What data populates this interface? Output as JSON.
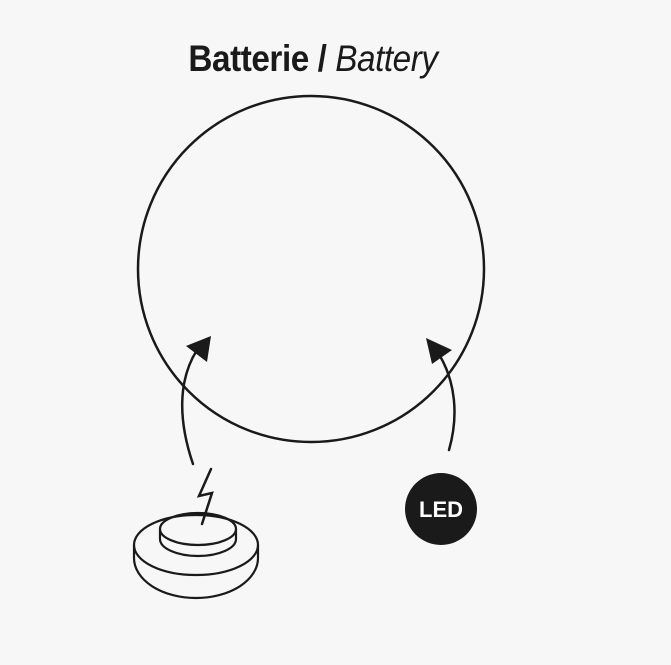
{
  "title": {
    "primary": "Batterie",
    "separator": "/",
    "secondary": "Battery"
  },
  "led_badge": {
    "label": "LED"
  },
  "colors": {
    "background": "#f7f7f7",
    "ink": "#1a1a1a",
    "badge_fill": "#1a1a1a",
    "badge_text": "#ffffff"
  },
  "icons": {
    "button": "push-button-icon",
    "lightning": "lightning-icon",
    "arrow": "curved-arrow-icon"
  }
}
